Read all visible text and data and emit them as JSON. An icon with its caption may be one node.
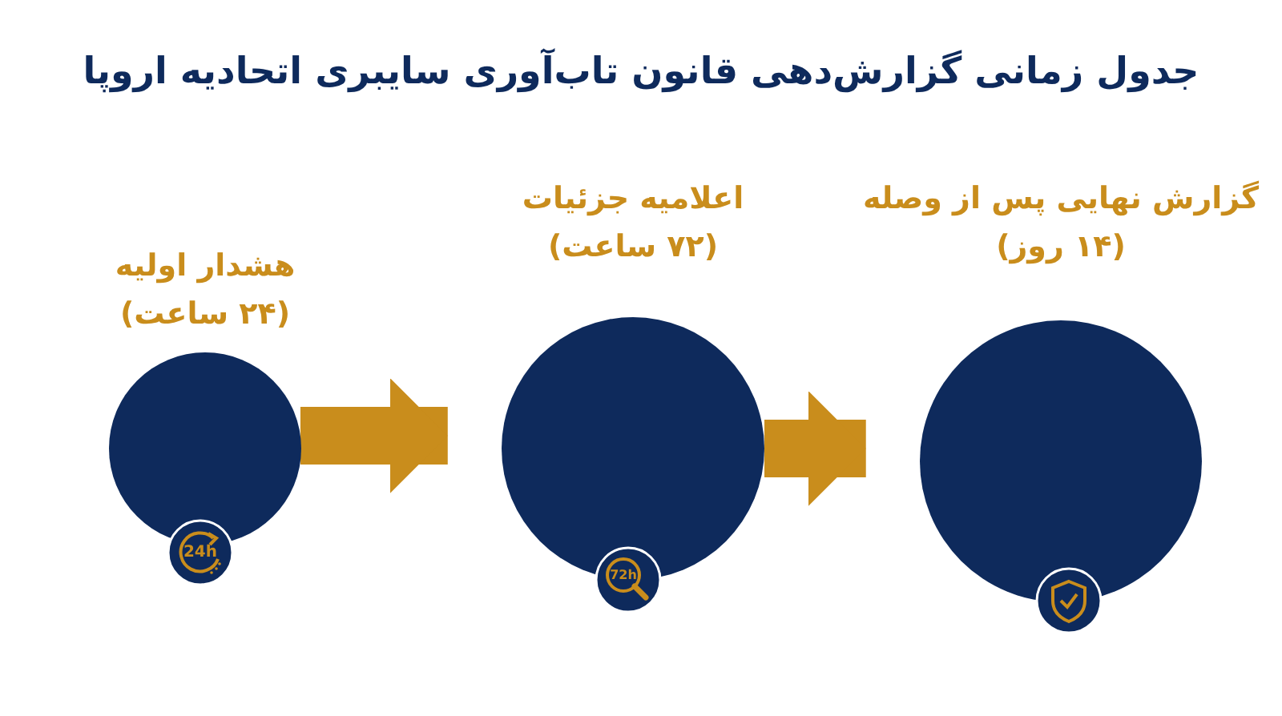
{
  "diagram": {
    "title": "جدول زمانی گزارش‌دهی قانون تاب‌آوری سایبری اتحادیه اروپا",
    "nodes": [
      {
        "text": [
          "هشدار اولیه",
          "(۲۴ ساعت)"
        ]
      },
      {
        "text": [
          "اعلامیه جزئیات",
          "(۷۲ ساعت)"
        ]
      },
      {
        "text": [
          "گزارش نهایی پس از وصله",
          "(۱۴ روز)"
        ]
      }
    ],
    "edges": [
      {
        "from": 0,
        "to": 1,
        "arrow": "to"
      },
      {
        "from": 1,
        "to": 2,
        "arrow": "to"
      }
    ],
    "labels": [
      "24h",
      "72h"
    ]
  }
}
